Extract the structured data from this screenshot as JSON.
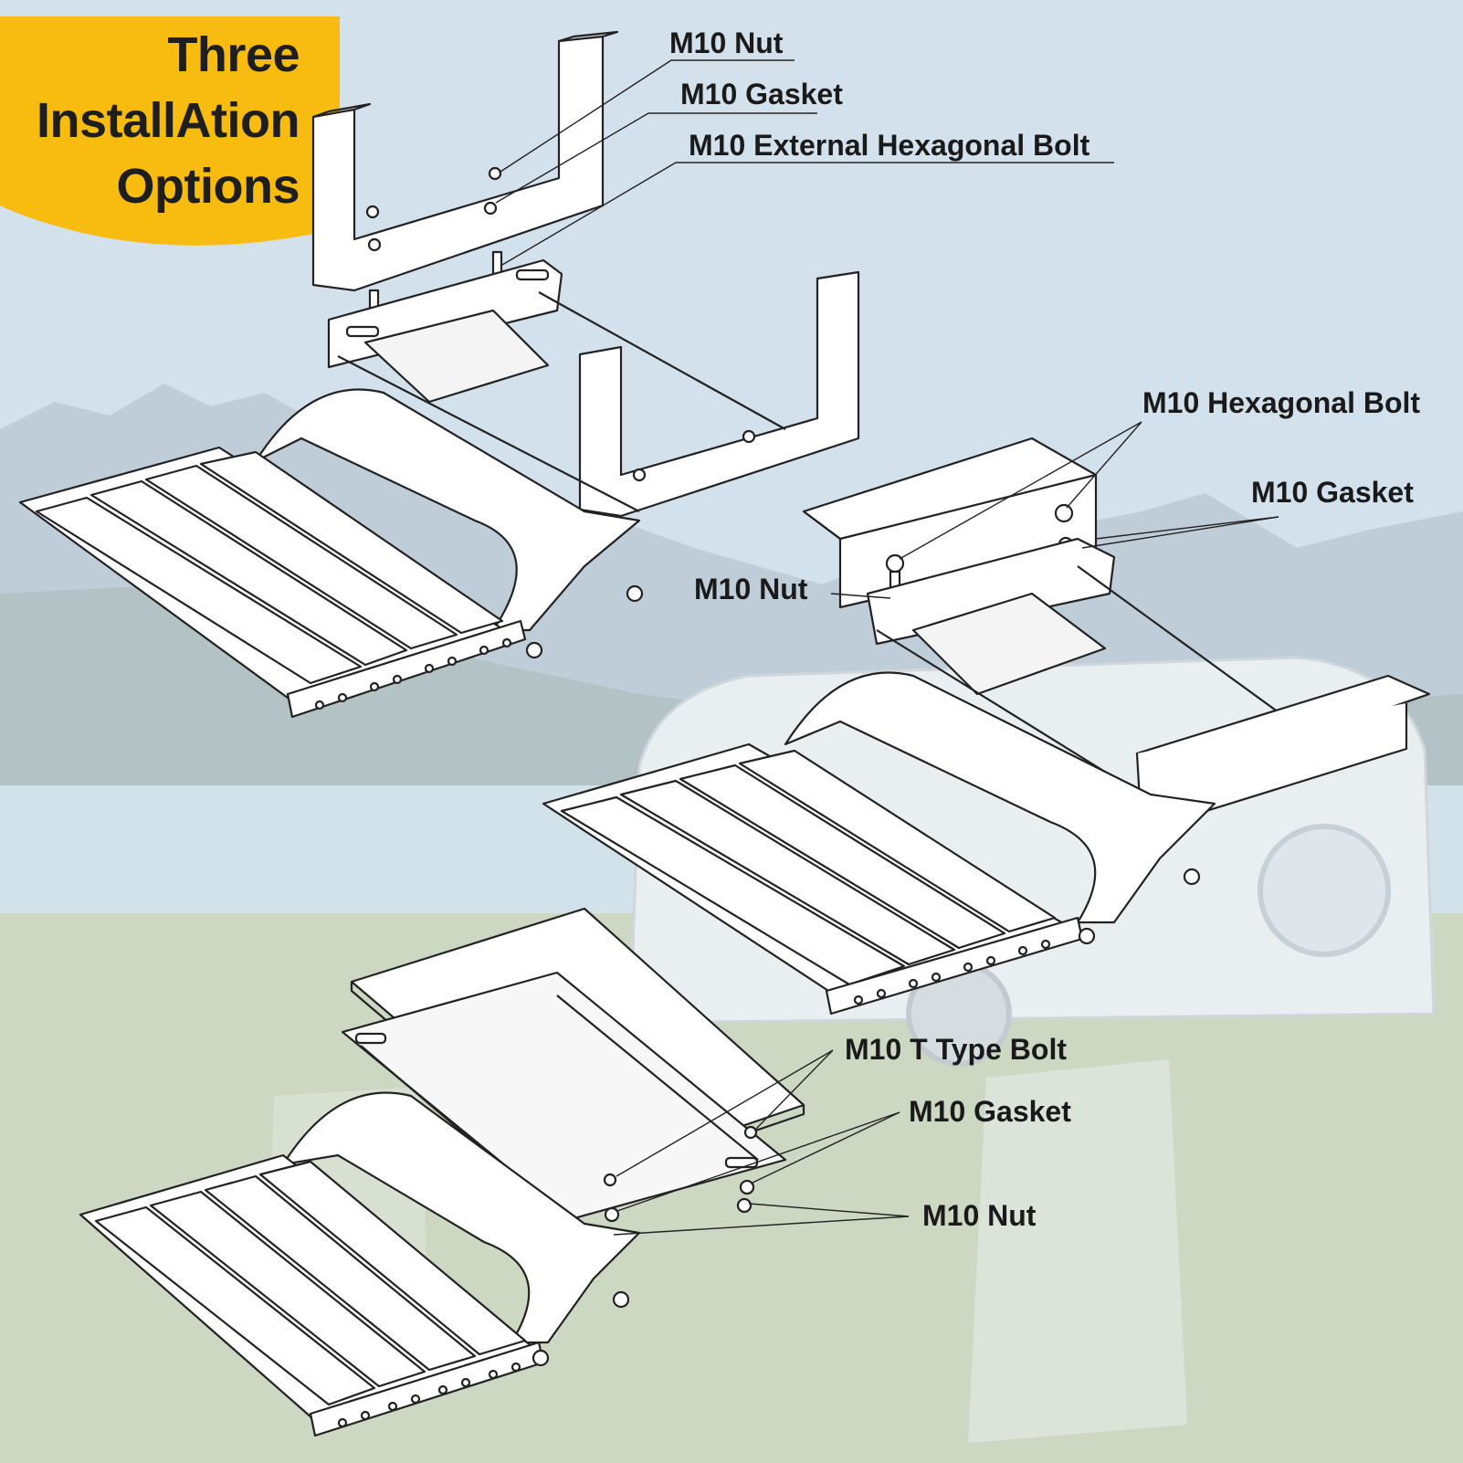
{
  "badge": {
    "line1": "Three",
    "line2": "InstallAtion",
    "line3": "Options",
    "color": "#f7bc0f"
  },
  "colors": {
    "sky": "#cfdfea",
    "mountain": "#b8c7d2",
    "lake": "#cddfe8",
    "grass": "#c6d3bb",
    "line": "#222222",
    "part_fill": "#ffffff"
  },
  "option1": {
    "nut_label": "M10 Nut",
    "gasket_label": "M10 Gasket",
    "bolt_label": "M10 External Hexagonal Bolt"
  },
  "option2": {
    "bolt_label": "M10 Hexagonal Bolt",
    "gasket_label": "M10 Gasket",
    "nut_label": "M10 Nut"
  },
  "option3": {
    "bolt_label": "M10 T Type Bolt",
    "gasket_label": "M10 Gasket",
    "nut_label": "M10 Nut"
  }
}
